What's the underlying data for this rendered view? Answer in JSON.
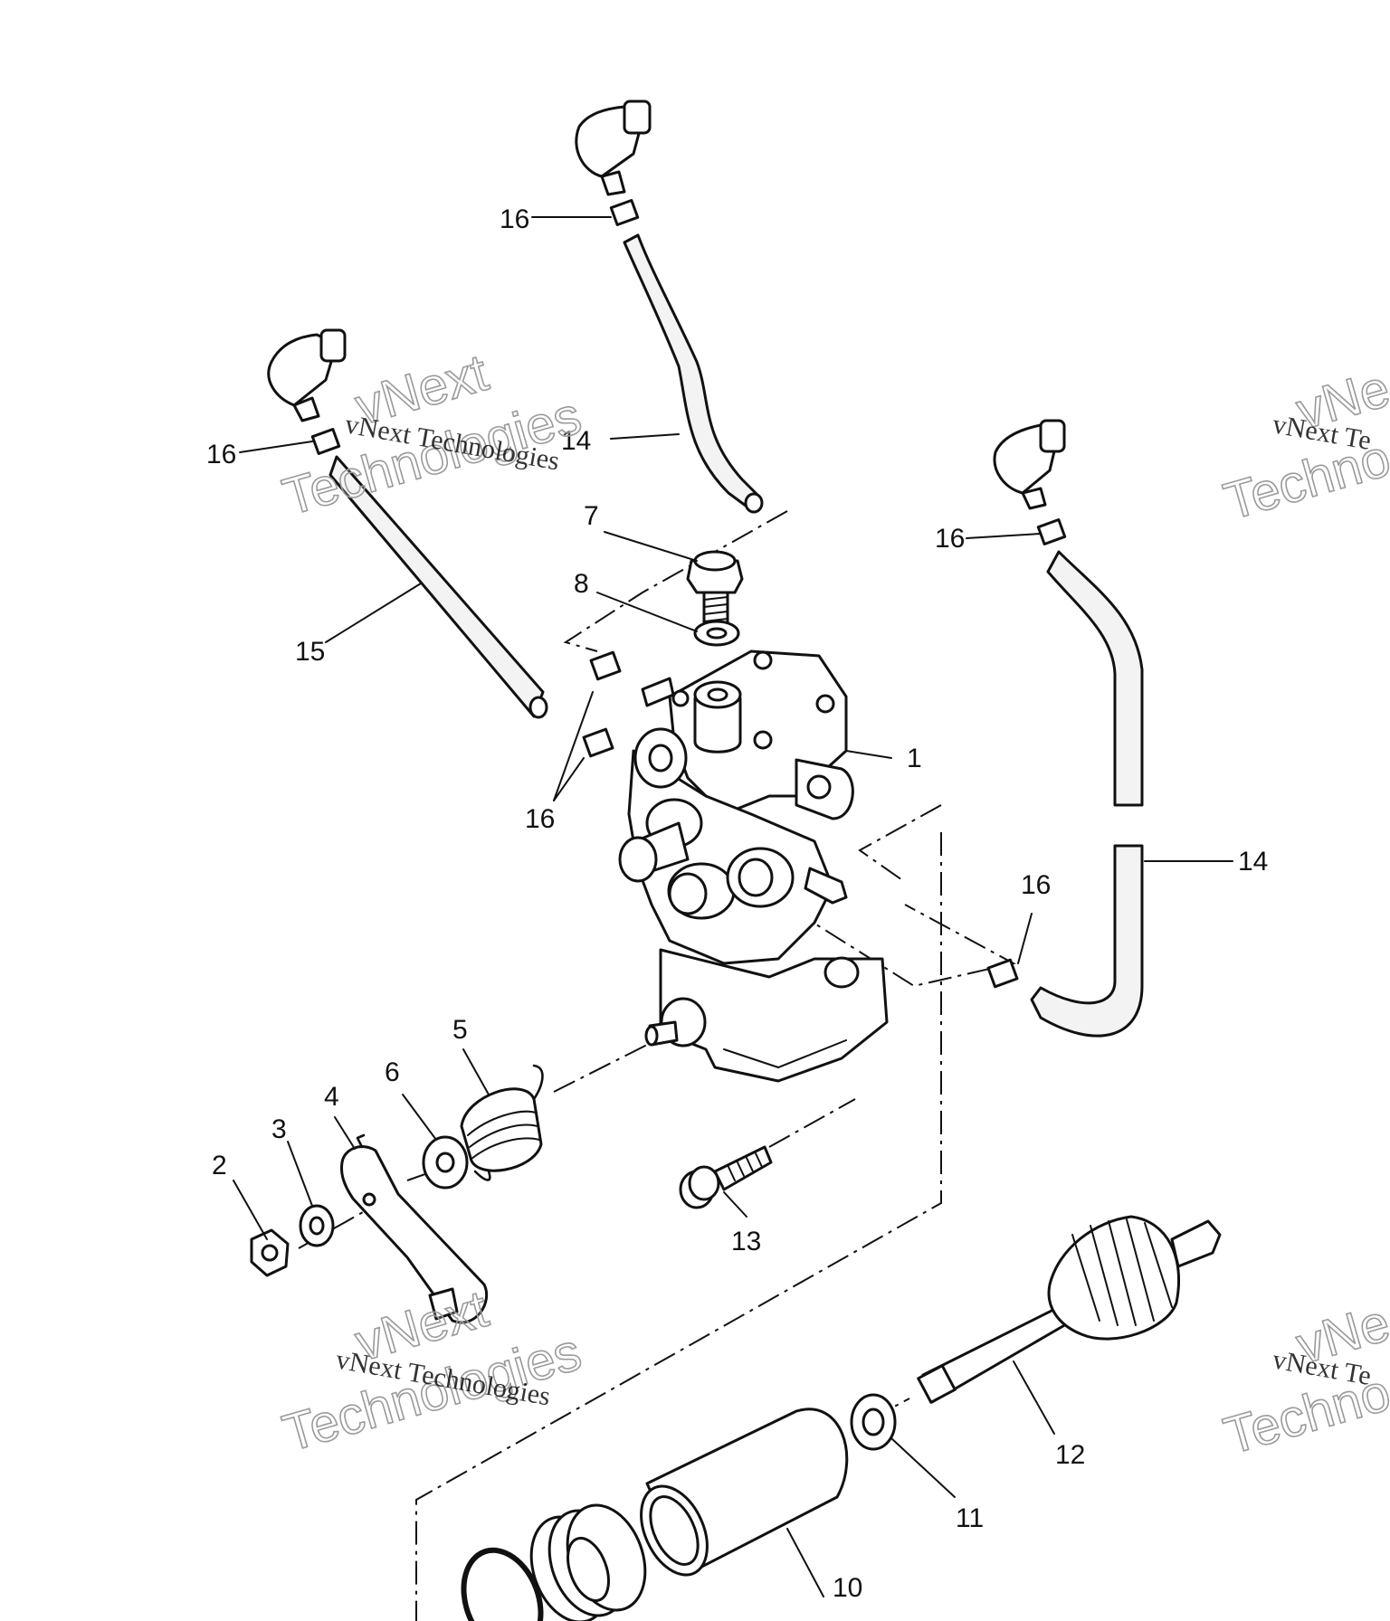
{
  "callouts": [
    {
      "id": "c1",
      "label": "1"
    },
    {
      "id": "c2",
      "label": "2"
    },
    {
      "id": "c3",
      "label": "3"
    },
    {
      "id": "c4",
      "label": "4"
    },
    {
      "id": "c5",
      "label": "5"
    },
    {
      "id": "c6",
      "label": "6"
    },
    {
      "id": "c7",
      "label": "7"
    },
    {
      "id": "c8",
      "label": "8"
    },
    {
      "id": "c10",
      "label": "10"
    },
    {
      "id": "c11",
      "label": "11"
    },
    {
      "id": "c12",
      "label": "12"
    },
    {
      "id": "c13",
      "label": "13"
    },
    {
      "id": "c14a",
      "label": "14"
    },
    {
      "id": "c14b",
      "label": "14"
    },
    {
      "id": "c15",
      "label": "15"
    },
    {
      "id": "c16a",
      "label": "16"
    },
    {
      "id": "c16b",
      "label": "16"
    },
    {
      "id": "c16c",
      "label": "16"
    },
    {
      "id": "c16d",
      "label": "16"
    },
    {
      "id": "c16e",
      "label": "16"
    }
  ],
  "watermarks": [
    {
      "line1": "vNext Technologies",
      "line2": "vNext",
      "line3": "Technologies"
    },
    {
      "line1": "vNext Technologies",
      "line2": "vNext",
      "line3": "Technologies"
    },
    {
      "line1": "vNext Te",
      "line2": "vNe",
      "line3": "Techno"
    },
    {
      "line1": "vNext Te",
      "line2": "vNe",
      "line3": "Techno"
    }
  ]
}
